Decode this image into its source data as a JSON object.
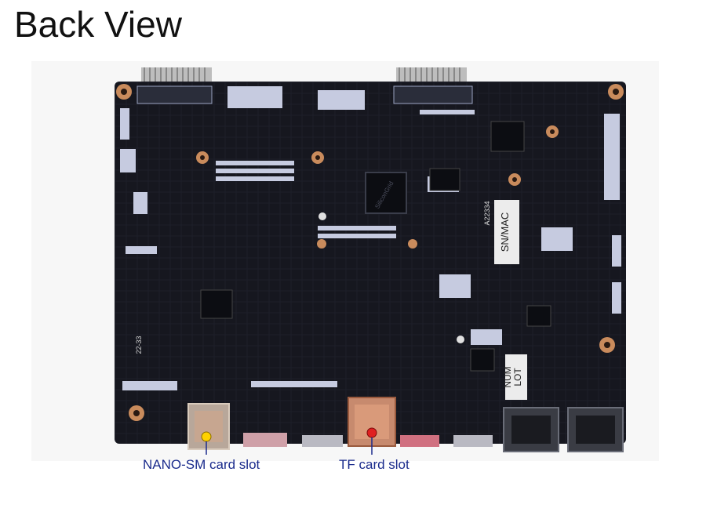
{
  "page": {
    "title": "Back View"
  },
  "board": {
    "chip_marking": "SiliconGrid",
    "silkscreen_code": "A22334",
    "sn_label": "SN/MAC",
    "lot_label_top": "LOT",
    "lot_label_bottom": "NUM",
    "side_code": "22-33"
  },
  "callouts": {
    "nano_sim": "NANO-SM card slot",
    "tf": "TF card slot"
  },
  "colors": {
    "pcb": "#16171f",
    "pad": "#c98b5c",
    "callout": "#1a2b8c"
  }
}
